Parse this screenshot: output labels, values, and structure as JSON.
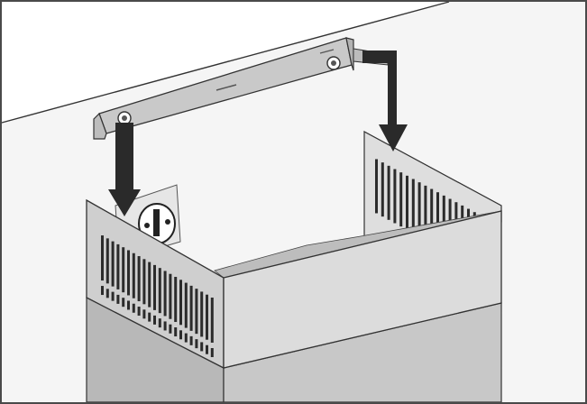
{
  "figure": {
    "kind": "installation-illustration",
    "colors": {
      "background": "#ffffff",
      "frame": "#4a4a4a",
      "wall": "#f5f5f5",
      "ceiling": "#ffffff",
      "chimney_top_front": "#dcdcdc",
      "chimney_top_side": "#cfcfcf",
      "chimney_lower_front": "#c8c8c8",
      "chimney_lower_side": "#b8b8b8",
      "bracket": "#c9c9c9",
      "arrow": "#2a2a2a",
      "outline": "#333333",
      "vent_slot": "#2b2b2b",
      "socket": "#e6e6e6"
    },
    "parts": [
      "ceiling",
      "wall",
      "mounting-bracket",
      "power-socket",
      "chimney-upper-section",
      "chimney-lower-section",
      "downward-arrows"
    ]
  }
}
